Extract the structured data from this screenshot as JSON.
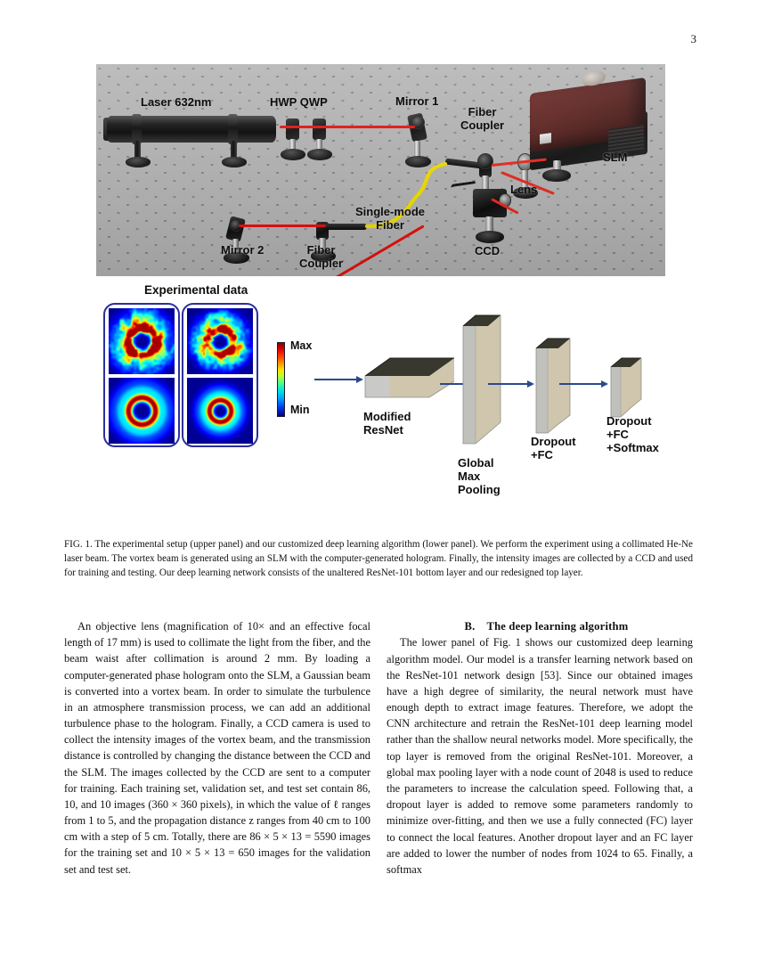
{
  "page": {
    "number": "3"
  },
  "figure": {
    "setup_labels": [
      {
        "name": "laser",
        "text": "Laser 632nm"
      },
      {
        "name": "hwp-qwp",
        "text": "HWP QWP"
      },
      {
        "name": "mirror-1",
        "text": "Mirror 1"
      },
      {
        "name": "fiber-coupler-top",
        "text": "Fiber\nCoupler"
      },
      {
        "name": "slm",
        "text": "SLM"
      },
      {
        "name": "lens",
        "text": "Lens"
      },
      {
        "name": "single-mode-fiber",
        "text": "Single-mode\nFiber"
      },
      {
        "name": "ccd",
        "text": "CCD"
      },
      {
        "name": "mirror-2",
        "text": "Mirror 2"
      },
      {
        "name": "fiber-coupler-bottom",
        "text": "Fiber\nCoupler"
      }
    ],
    "algorithm": {
      "experimental_data_title": "Experimental data",
      "colorbar": {
        "max_label": "Max",
        "min_label": "Min"
      },
      "stages": [
        {
          "name": "modified-resnet",
          "label": "Modified\nResNet"
        },
        {
          "name": "global-max-pooling",
          "label": "Global\nMax\nPooling"
        },
        {
          "name": "dropout-fc",
          "label": "Dropout\n+FC"
        },
        {
          "name": "dropout-fc-softmax",
          "label": "Dropout\n+FC\n+Softmax"
        }
      ]
    },
    "caption": "FIG. 1.  The experimental setup (upper panel) and our customized deep learning algorithm (lower panel). We perform the experiment using a collimated He-Ne laser beam. The vortex beam is generated using an SLM with the computer-generated hologram. Finally, the intensity images are collected by a CCD and used for training and testing. Our deep learning network consists of the unaltered ResNet-101 bottom layer and our redesigned top layer."
  },
  "body": {
    "left_column": {
      "paragraph": "An objective lens (magnification of 10× and an effective focal length of 17 mm) is used to collimate the light from the fiber, and the beam waist after collimation is around 2 mm. By loading a computer-generated phase hologram onto the SLM, a Gaussian beam is converted into a vortex beam. In order to simulate the turbulence in an atmosphere transmission process, we can add an additional turbulence phase to the hologram. Finally, a CCD camera is used to collect the intensity images of the vortex beam, and the transmission distance is controlled by changing the distance between the CCD and the SLM. The images collected by the CCD are sent to a computer for training. Each training set, validation set, and test set contain 86, 10, and 10 images (360 × 360 pixels), in which the value of ℓ ranges from 1 to 5, and the propagation distance z ranges from 40 cm to 100 cm with a step of 5 cm. Totally, there are 86 × 5 × 13 = 5590 images for the training set and 10 × 5 × 13 = 650 images for the validation set and test set."
    },
    "right_column": {
      "section_label": "B.",
      "section_title": "The deep learning algorithm",
      "paragraph": "The lower panel of Fig. 1 shows our customized deep learning algorithm model. Our model is a transfer learning network based on the ResNet-101 network design [53]. Since our obtained images have a high degree of similarity, the neural network must have enough depth to extract image features. Therefore, we adopt the CNN architecture and retrain the ResNet-101 deep learning model rather than the shallow neural networks model. More specifically, the top layer is removed from the original ResNet-101. Moreover, a global max pooling layer with a node count of 2048 is used to reduce the parameters to increase the calculation speed. Following that, a dropout layer is added to remove some parameters randomly to minimize over-fitting, and then we use a fully connected (FC) layer to connect the local features. Another dropout layer and an FC layer are added to lower the number of nodes from 1024 to 65. Finally, a softmax"
    }
  },
  "colors": {
    "beam_red": "#e8120f",
    "fiber_yellow": "#f2e000",
    "slm_body": "#5c2320",
    "arrow_blue": "#2b4a8b",
    "data_border": "#2b2f9e",
    "breadboard": "#b5b5b5"
  }
}
